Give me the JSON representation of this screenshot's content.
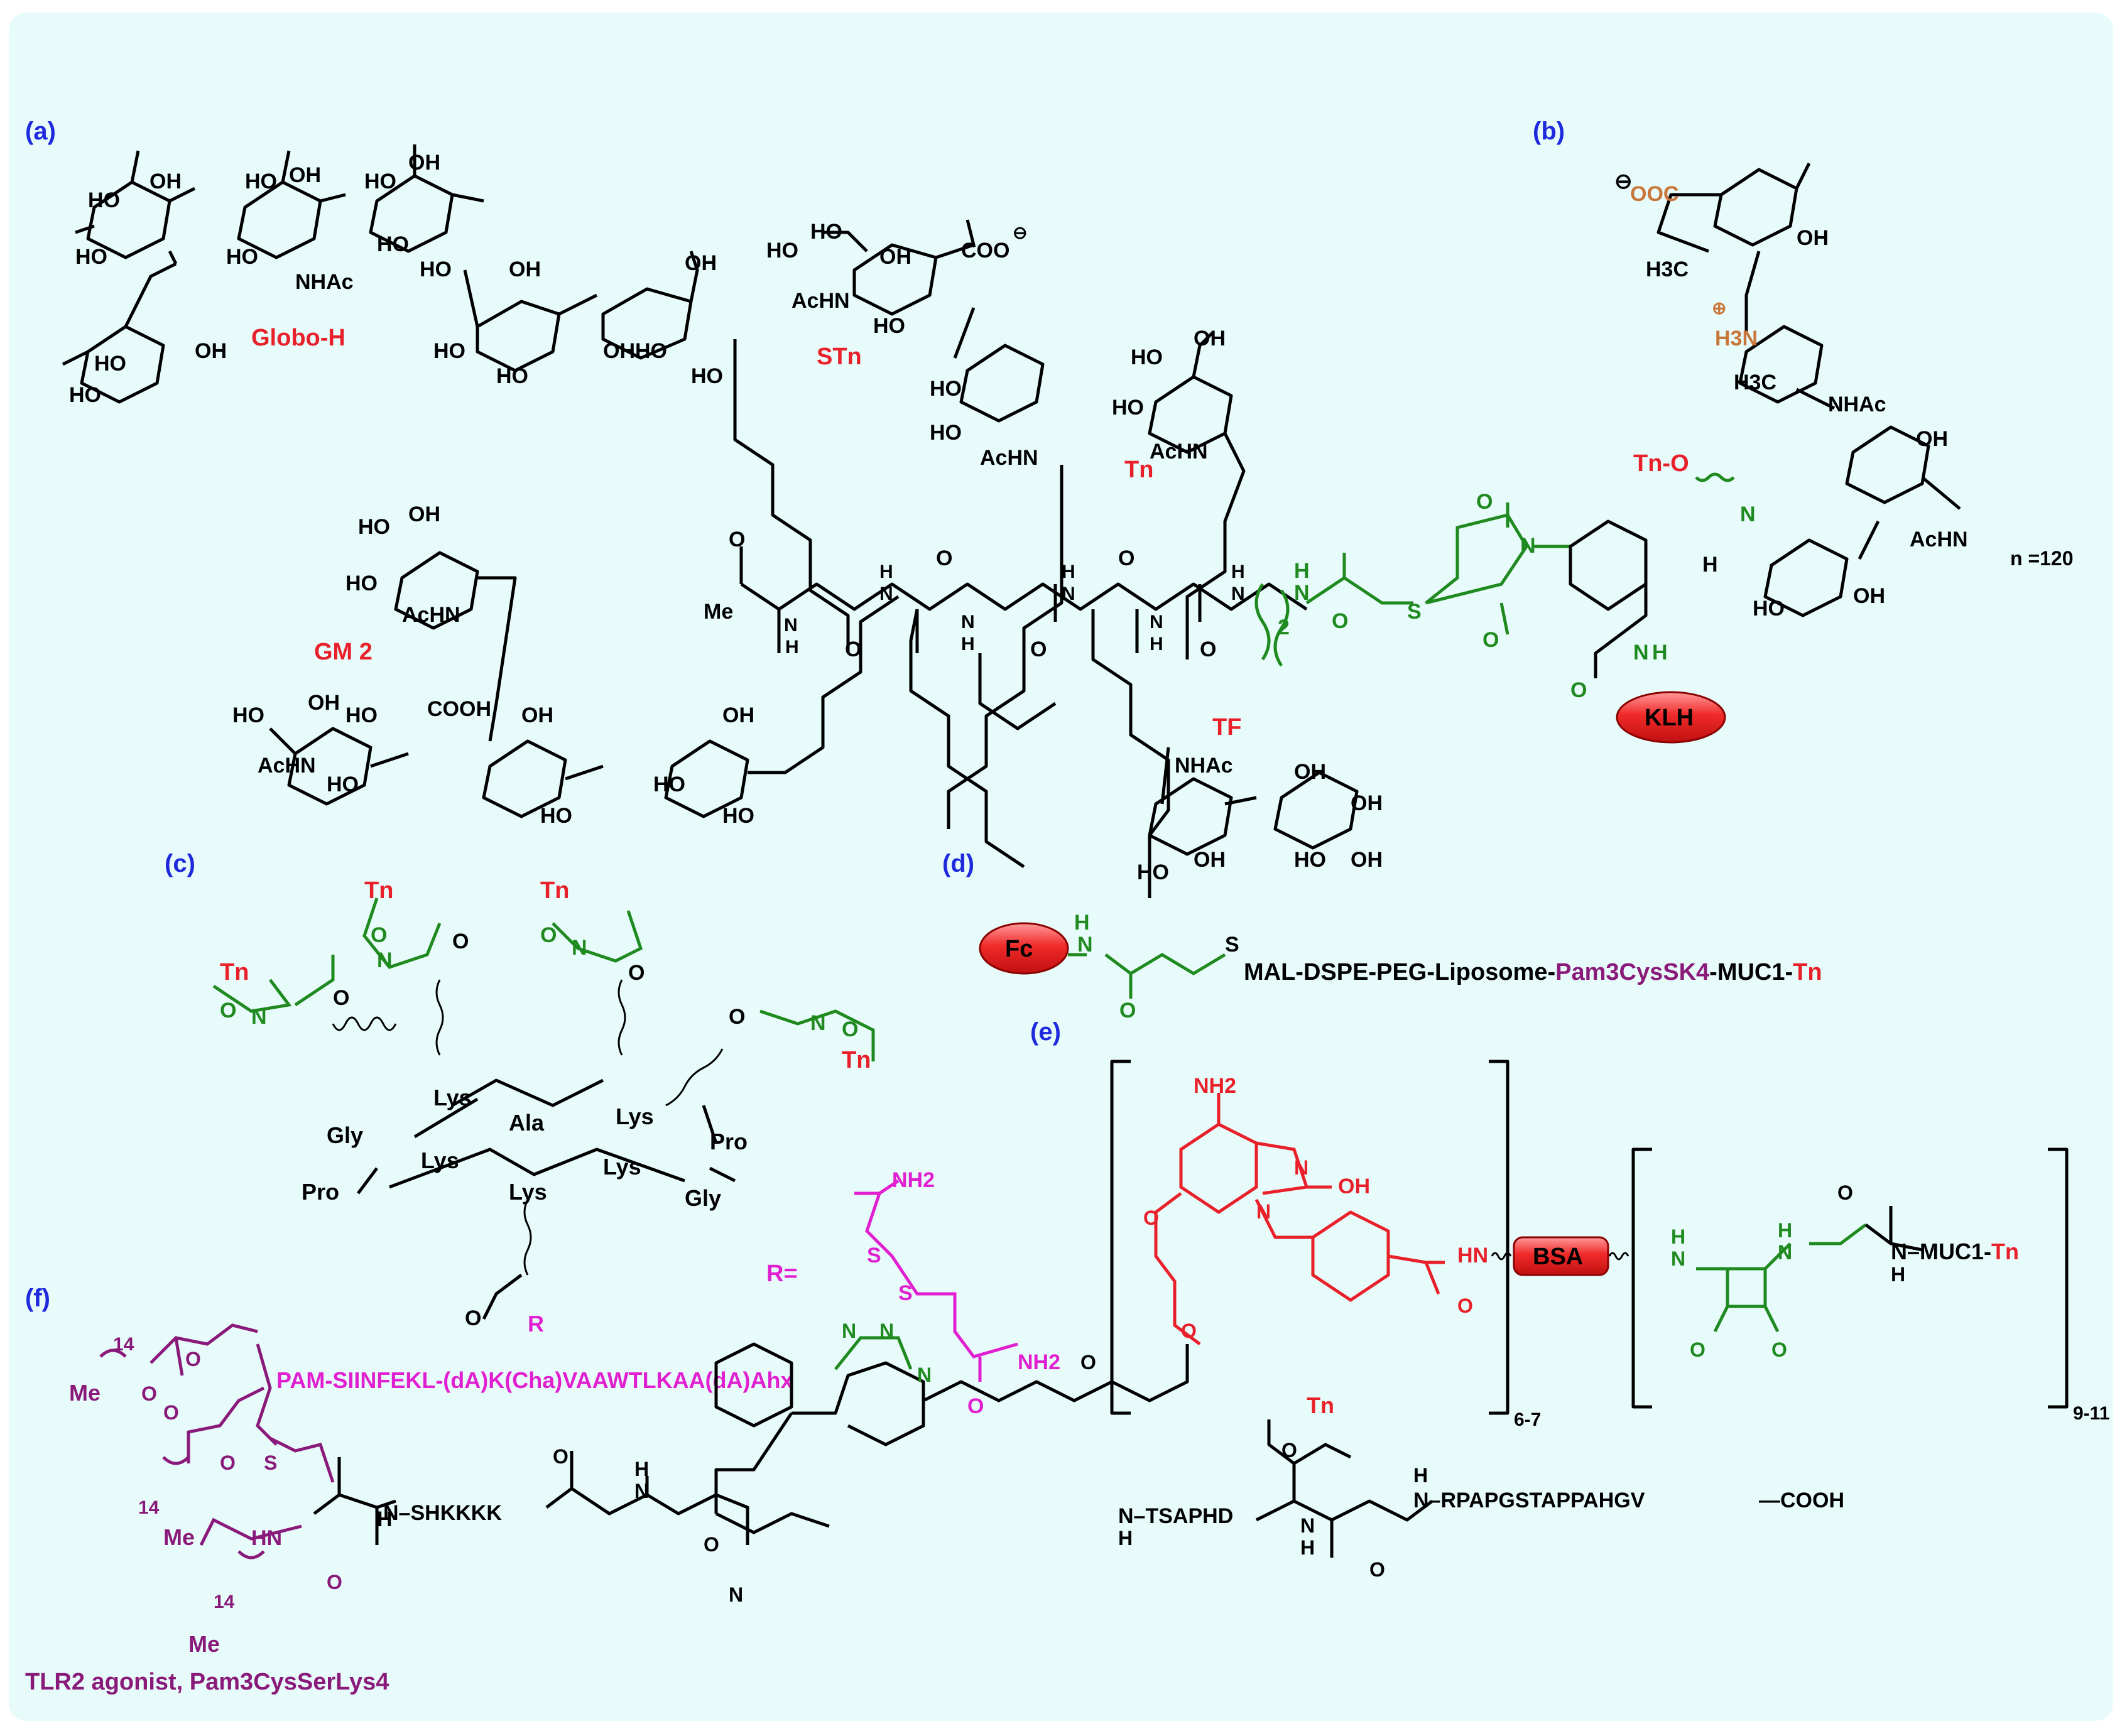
{
  "panels": {
    "a": "(a)",
    "b": "(b)",
    "c": "(c)",
    "d": "(d)",
    "e": "(e)",
    "f": "(f)"
  },
  "panel_a": {
    "globo_h": "Globo-H",
    "stn": "STn",
    "tn": "Tn",
    "gm2": "GM 2",
    "tf": "TF",
    "klh": "KLH",
    "ho": "HO",
    "oh": "OH",
    "nhac": "NHAc",
    "achn": "AcHN",
    "me": "Me",
    "h": "H",
    "n": "N",
    "o": "O",
    "s": "S",
    "coo": "COO",
    "cooh": "COOH",
    "sub2": "2",
    "ohho": "OHHO"
  },
  "panel_b": {
    "ooc": "OOC",
    "h3c": "H3C",
    "h3n": "H3N",
    "nhac": "NHAc",
    "achn": "AcHN",
    "oh": "OH",
    "ho": "HO",
    "tn_o": "Tn-O",
    "n": "N",
    "h": "H",
    "n120": "n =120"
  },
  "panel_c": {
    "tn": "Tn",
    "o": "O",
    "n": "N",
    "lys": "Lys",
    "ala": "Ala",
    "gly": "Gly",
    "pro": "Pro",
    "r_label": "R=",
    "r_group": "R",
    "nh2": "NH2",
    "s": "S",
    "peptide": "PAM-SIINFEKL-(dA)K(Cha)VAAWTLKAA(dA)Ahx"
  },
  "panel_d": {
    "fc": "Fc",
    "h": "H",
    "n": "N",
    "o": "O",
    "s": "S",
    "chain_1": "MAL-DSPE-PEG-Liposome-",
    "chain_pam": "Pam3CysSK4",
    "chain_2": "-MUC1-",
    "chain_tn": "Tn"
  },
  "panel_e": {
    "nh2": "NH2",
    "oh": "OH",
    "n": "N",
    "hn": "HN",
    "o": "O",
    "bsa": "BSA",
    "h": "H",
    "muc1": "N–MUC1-",
    "tn": "Tn",
    "sub_67": "6-7",
    "sub_911": "9-11"
  },
  "panel_f": {
    "n14": "14",
    "me": "Me",
    "o": "O",
    "s": "S",
    "hn": "HN",
    "n": "N",
    "h": "H",
    "shkkkk": "N–SHKKKK",
    "tsaphd": "N–TSAPHD",
    "tn": "Tn",
    "rpap": "N–RPAPGSTAPPAHGV",
    "cooh": "—COOH",
    "tlr": "TLR2 agonist, Pam3CysSerLys4"
  },
  "colors": {
    "background": "#e8fbfb",
    "label_blue": "#1e2adc",
    "black": "#000000",
    "red": "#e8202a",
    "green": "#1f8a1f",
    "purple": "#8a1a7a",
    "magenta": "#e020d0",
    "orange": "#c8763a"
  }
}
